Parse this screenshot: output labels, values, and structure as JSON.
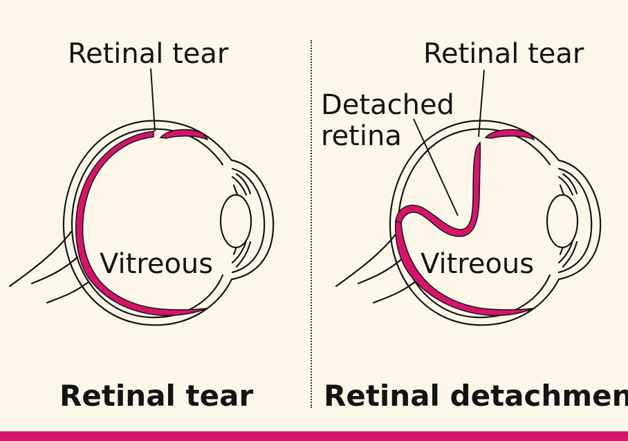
{
  "left_panel": {
    "tear_label": "Retinal tear",
    "vitreous_label": "Vitreous",
    "caption": "Retinal tear"
  },
  "right_panel": {
    "tear_label": "Retinal tear",
    "detached_label": "Detached retina",
    "vitreous_label": "Vitreous",
    "caption": "Retinal detachment"
  },
  "colors": {
    "background": "#fdf7ea",
    "retina": "#d6156a",
    "outline": "#141414",
    "bottom_rule": "#d6156a"
  }
}
